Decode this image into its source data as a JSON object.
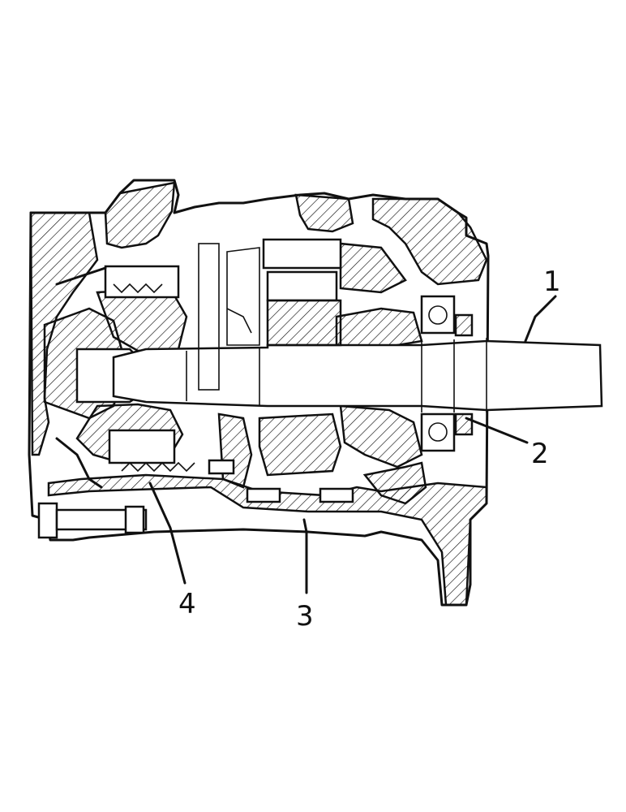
{
  "callouts": [
    {
      "id": "part-1",
      "label": "1"
    },
    {
      "id": "part-2",
      "label": "2"
    },
    {
      "id": "part-3",
      "label": "3"
    },
    {
      "id": "part-4",
      "label": "4"
    }
  ],
  "colors": {
    "ink": "#111111",
    "paper": "#ffffff"
  }
}
